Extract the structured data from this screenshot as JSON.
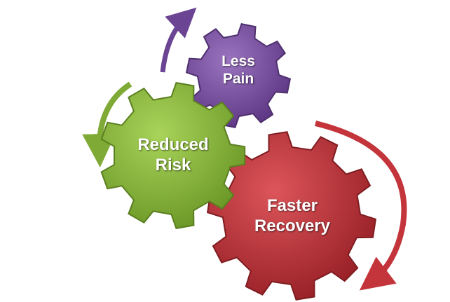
{
  "gears": [
    {
      "id": "less-pain",
      "line1": "Less",
      "line2": "Pain",
      "color": "#7a4fa0",
      "dark": "#4e2f6e",
      "teeth": 8
    },
    {
      "id": "reduced-risk",
      "line1": "Reduced",
      "line2": "Risk",
      "color": "#8dbb3c",
      "dark": "#5a7f1f",
      "teeth": 9
    },
    {
      "id": "faster-recovery",
      "line1": "Faster",
      "line2": "Recovery",
      "color": "#c4353b",
      "dark": "#7e1c20",
      "teeth": 10
    }
  ]
}
